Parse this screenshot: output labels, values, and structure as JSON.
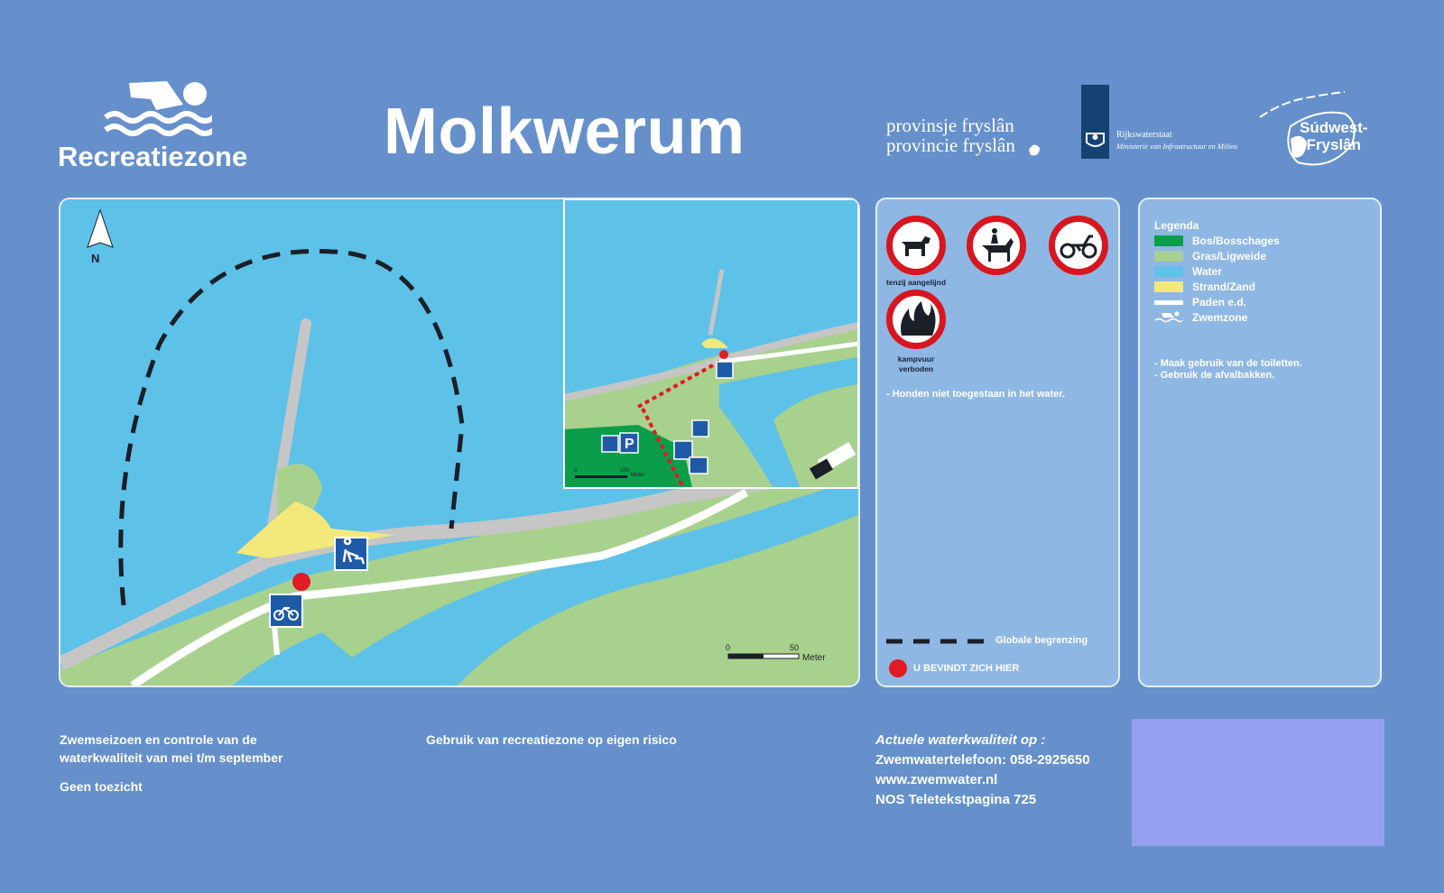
{
  "header": {
    "title": "Molkwerum",
    "zone_label": "Recreatiezone",
    "province_line1": "provinsje fryslân",
    "province_line2": "provincie fryslân",
    "rws_name": "Rijkswaterstaat",
    "rws_ministry": "Ministerie van Infrastructuur en Milieu",
    "municipality_line1": "Súdwest-",
    "municipality_line2": "Fryslân"
  },
  "map": {
    "north_label": "N",
    "scale_main": {
      "start": "0",
      "end": "50",
      "unit": "Meter"
    },
    "scale_inset": {
      "start": "0",
      "end": "100",
      "unit": "Meter"
    }
  },
  "rules": {
    "dog_caption": "tenzij aangelijnd",
    "fire_caption_1": "kampvuur",
    "fire_caption_2": "verboden",
    "note": "- Honden niet toegestaan in het water.",
    "boundary_label": "Globale begrenzing",
    "here_label": "U BEVINDT ZICH HIER"
  },
  "legend": {
    "title": "Legenda",
    "items": [
      {
        "label": "Bos/Bosschages",
        "color": "#0a9e4a"
      },
      {
        "label": "Gras/Ligweide",
        "color": "#a9d18e"
      },
      {
        "label": "Water",
        "color": "#5ec1e8"
      },
      {
        "label": "Strand/Zand",
        "color": "#f2e97a"
      },
      {
        "label": "Paden e.d.",
        "color": "#ffffff"
      },
      {
        "label": "Zwemzone",
        "color": ""
      }
    ],
    "notes": [
      "- Maak gebruik van de toiletten.",
      "- Gebruik de afvalbakken."
    ]
  },
  "footer": {
    "season_line1": "Zwemseizoen en controle van de",
    "season_line2": "waterkwaliteit van mei t/m september",
    "supervision": "Geen toezicht",
    "risk": "Gebruik van recreatiezone op eigen risico",
    "quality_heading": "Actuele waterkwaliteit op :",
    "phone": "Zwemwatertelefoon: 058-2925650",
    "website": "www.zwemwater.nl",
    "teletext": "NOS Teletekstpagina 725"
  },
  "colors": {
    "background": "#6590cb",
    "water": "#5ec1e8",
    "grass": "#a9d18e",
    "forest": "#0a9e4a",
    "sand": "#f2e97a",
    "dike": "#c6c6c6",
    "marker": "#e21b24",
    "sign_red": "#d7161f",
    "sign_blue": "#1f5aa6"
  }
}
